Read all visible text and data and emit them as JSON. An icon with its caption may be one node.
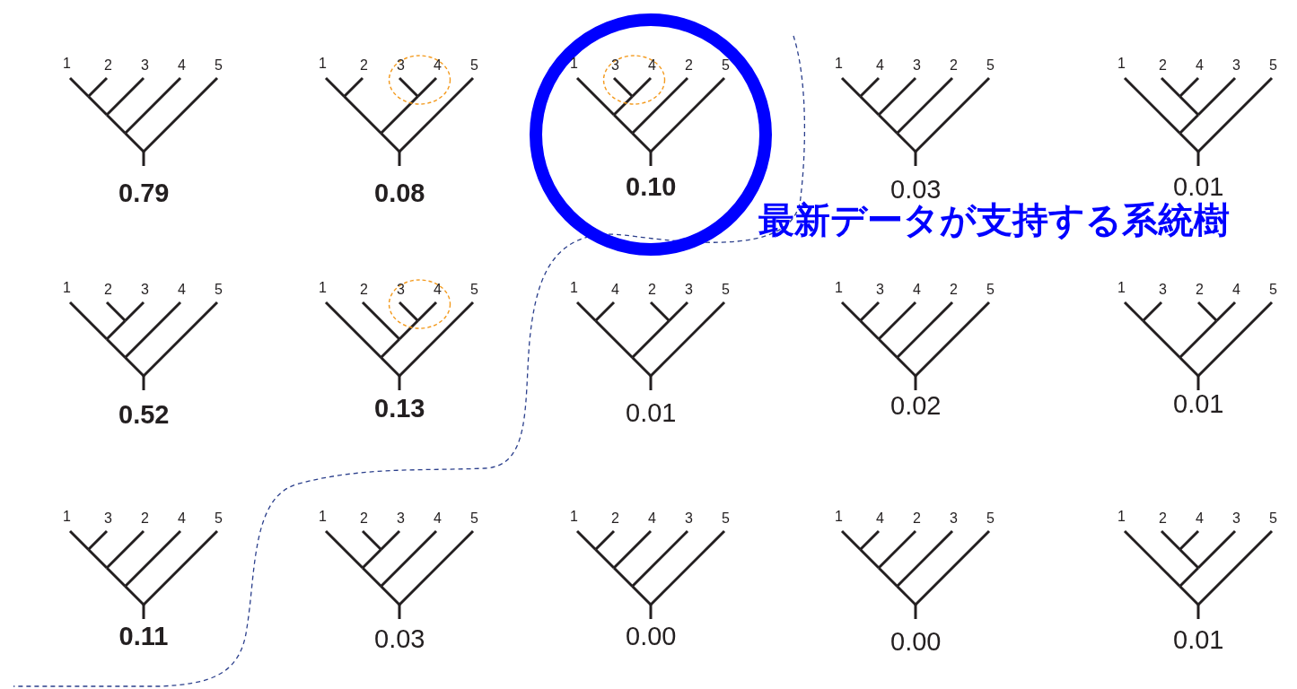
{
  "diagram": {
    "nodes": [
      {
        "text": [
          "1",
          "2",
          "3",
          "4",
          "5"
        ],
        "beside": [
          "0.79"
        ]
      },
      {
        "text": [
          "1",
          "2",
          "3",
          "4",
          "5"
        ],
        "beside": [
          "0.08"
        ]
      },
      {
        "text": [
          "1",
          "3",
          "4",
          "2",
          "5"
        ],
        "beside": [
          "0.10"
        ]
      },
      {
        "text": [
          "1",
          "4",
          "3",
          "2",
          "5"
        ],
        "beside": [
          "0.03"
        ]
      },
      {
        "text": [
          "1",
          "2",
          "4",
          "3",
          "5"
        ],
        "beside": [
          "0.01"
        ]
      },
      {
        "text": [
          "1",
          "2",
          "3",
          "4",
          "5"
        ],
        "beside": [
          "0.52"
        ]
      },
      {
        "text": [
          "1",
          "2",
          "3",
          "4",
          "5"
        ],
        "beside": [
          "0.13"
        ]
      },
      {
        "text": [
          "1",
          "4",
          "2",
          "3",
          "5"
        ],
        "beside": [
          "0.01"
        ]
      },
      {
        "text": [
          "1",
          "3",
          "4",
          "2",
          "5"
        ],
        "beside": [
          "0.02"
        ]
      },
      {
        "text": [
          "1",
          "3",
          "2",
          "4",
          "5"
        ],
        "beside": [
          "0.01"
        ]
      },
      {
        "text": [
          "1",
          "3",
          "2",
          "4",
          "5"
        ],
        "beside": [
          "0.11"
        ]
      },
      {
        "text": [
          "1",
          "2",
          "3",
          "4",
          "5"
        ],
        "beside": [
          "0.03"
        ]
      },
      {
        "text": [
          "1",
          "2",
          "4",
          "3",
          "5"
        ],
        "beside": [
          "0.00"
        ]
      },
      {
        "text": [
          "1",
          "4",
          "2",
          "3",
          "5"
        ],
        "beside": [
          "0.00"
        ]
      },
      {
        "text": [
          "1",
          "2",
          "4",
          "3",
          "5"
        ],
        "beside": [
          "0.01"
        ]
      }
    ],
    "labels": [
      "最新データが支持する系統樹"
    ]
  }
}
